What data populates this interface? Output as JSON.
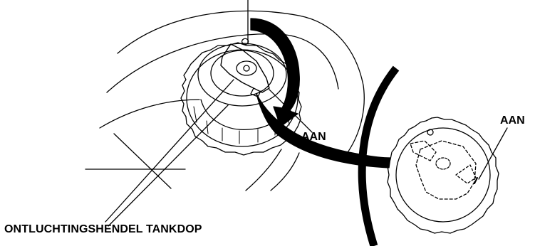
{
  "labels": {
    "aan_main": "AAN",
    "aan_detail": "AAN",
    "vent_lever": "ONTLUCHTINGSHENDEL TANKDOP"
  },
  "colors": {
    "ink": "#000000",
    "background": "#ffffff"
  }
}
